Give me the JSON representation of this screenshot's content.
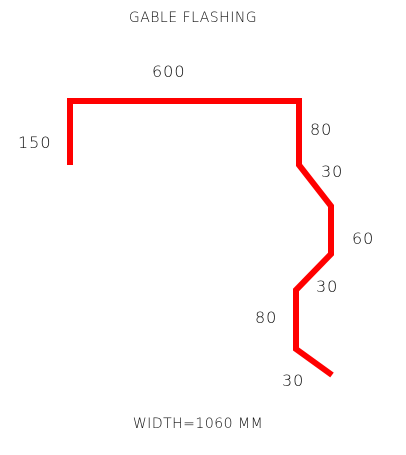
{
  "title": "GABLE FLASHING",
  "segments": [
    "150",
    "600",
    "80",
    "30",
    "60",
    "30",
    "80",
    "30"
  ],
  "footer": "WIDTH=1060 MM",
  "colors": {
    "profile": "#ff0000",
    "text": "#111111",
    "background": "#ffffff"
  }
}
